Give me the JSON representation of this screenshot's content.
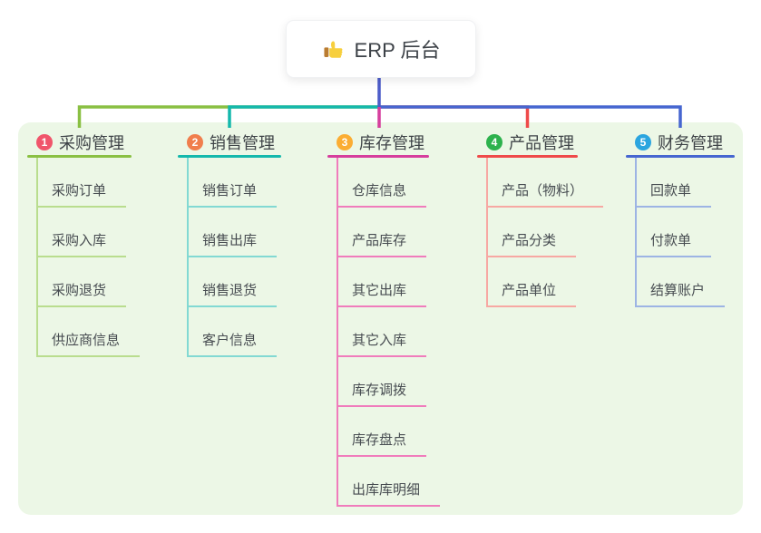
{
  "root": {
    "label": "ERP 后台",
    "icon": "thumbs-up-icon",
    "line_color": "#4c5cc9"
  },
  "panel": {
    "background": "#ecf7e6"
  },
  "branches": [
    {
      "index": "1",
      "label": "采购管理",
      "badge_color": "#f0556b",
      "line_color": "#8ac043",
      "child_line_color": "#b9dd8e",
      "children": [
        "采购订单",
        "采购入库",
        "采购退货",
        "供应商信息"
      ]
    },
    {
      "index": "2",
      "label": "销售管理",
      "badge_color": "#f07e4d",
      "line_color": "#14b8ac",
      "child_line_color": "#82d9d3",
      "children": [
        "销售订单",
        "销售出库",
        "销售退货",
        "客户信息"
      ]
    },
    {
      "index": "3",
      "label": "库存管理",
      "badge_color": "#fbad33",
      "line_color": "#d63e9d",
      "child_line_color": "#f07cbc",
      "children": [
        "仓库信息",
        "产品库存",
        "其它出库",
        "其它入库",
        "库存调拨",
        "库存盘点",
        "出库库明细"
      ]
    },
    {
      "index": "4",
      "label": "产品管理",
      "badge_color": "#2db24d",
      "line_color": "#ef4a4a",
      "child_line_color": "#f7a8a3",
      "children": [
        "产品（物料）",
        "产品分类",
        "产品单位"
      ]
    },
    {
      "index": "5",
      "label": "财务管理",
      "badge_color": "#2ba5df",
      "line_color": "#4666d0",
      "child_line_color": "#9db4e4",
      "children": [
        "回款单",
        "付款单",
        "结算账户"
      ]
    }
  ]
}
